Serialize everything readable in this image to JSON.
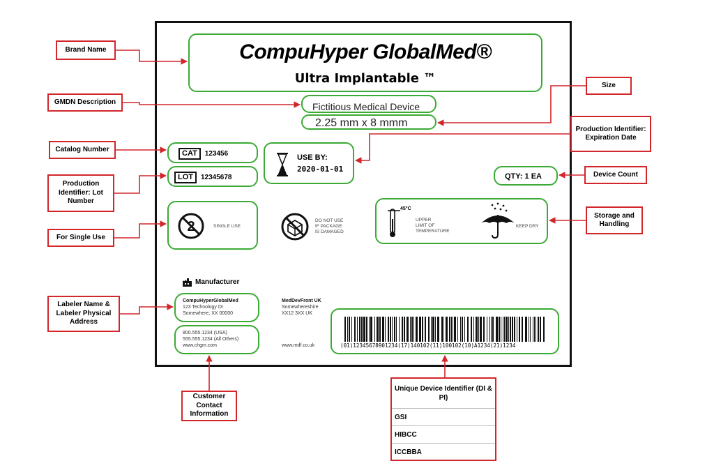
{
  "label": {
    "brand": "CompuHyper GlobalMed®",
    "product": "Ultra Implantable ™",
    "gmdn": "Fictitious Medical Device",
    "size": "2.25 mm x 8 mmm",
    "cat_badge": "CAT",
    "cat_value": "123456",
    "lot_badge": "LOT",
    "lot_value": "12345678",
    "use_by_label": "USE BY:",
    "use_by_date": "2020-01-01",
    "qty": "QTY: 1 EA",
    "single_use": "SINGLE USE",
    "damaged_line1": "DO NOT USE",
    "damaged_line2": "IF PACKAGE",
    "damaged_line3": "IS DAMAGED",
    "temp_value": "45°C",
    "temp_line1": "UPPER",
    "temp_line2": "LIMIT OF",
    "temp_line3": "TEMPERATURE",
    "keep_dry": "KEEP DRY",
    "manufacturer_heading": "Manufacturer",
    "labeler_name": "CompuHyperGlobalMed",
    "labeler_addr1": "123 Technology Dr",
    "labeler_addr2": "Somewhere, XX 00000",
    "contact1": "800.555.1234 (USA)",
    "contact2": "555.555.1234 (All Others)",
    "contact3": "www.chgm.com",
    "rep_name": "MedDevFront UK",
    "rep_addr1": "Somewhereshire",
    "rep_addr2": "XX12 3XX UK",
    "rep_web": "www.mdf.co.uk",
    "barcode_hri": "(01)12345678901234(17)140102(11)100102(10)A1234(21)1234"
  },
  "callouts": {
    "brand_name": "Brand Name",
    "gmdn_description": "GMDN Description",
    "catalog_number": "Catalog Number",
    "lot_number": "Production Identifier: Lot Number",
    "single_use": "For Single Use",
    "labeler": "Labeler Name & Labeler Physical Address",
    "customer_contact": "Customer Contact Information",
    "size": "Size",
    "expiration": "Production Identifier: Expiration Date",
    "device_count": "Device Count",
    "storage": "Storage and Handling"
  },
  "udi_table": {
    "heading": "Unique Device Identifier (DI & PI)",
    "rows": [
      "GSI",
      "HIBCC",
      "ICCBBA"
    ]
  },
  "colors": {
    "callout_border": "#d2262b",
    "highlight_border": "#3aaa35",
    "label_border": "#111111"
  }
}
